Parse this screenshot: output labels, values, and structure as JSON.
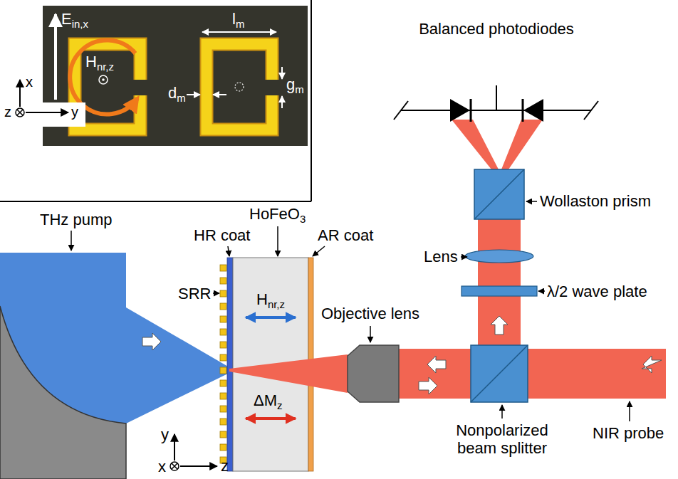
{
  "diagram": {
    "labels": [
      "E",
      "in,x",
      "H",
      "nr,z",
      "l",
      "m",
      "g",
      "m",
      "d",
      "m",
      "x",
      "z",
      "y",
      "THz pump",
      "HR coat",
      "HoFeO",
      "3",
      "AR coat",
      "SRR",
      "H",
      "nr,z",
      "ΔM",
      "z",
      "Objective lens",
      "Balanced photodiodes",
      "Wollaston prism",
      "Lens",
      "λ/2 wave plate",
      "Nonpolarized beam splitter",
      "NIR probe",
      "y",
      "x",
      "z"
    ]
  }
}
